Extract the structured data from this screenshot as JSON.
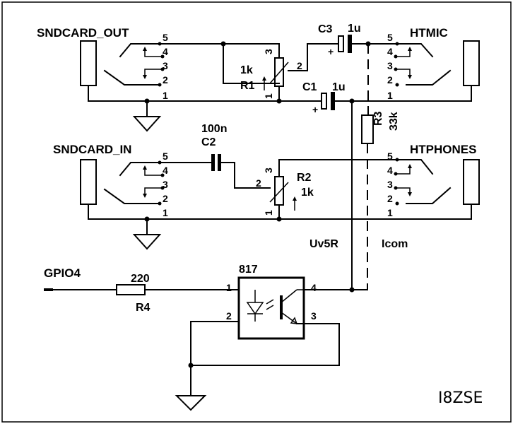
{
  "labels": {
    "sndcard_out": "SNDCARD_OUT",
    "sndcard_in": "SNDCARD_IN",
    "htmic": "HTMIC",
    "htphones": "HTPHONES",
    "gpio": "GPIO4",
    "uv5r": "Uv5R",
    "icom": "Icom",
    "signature": "I8ZSE"
  },
  "components": {
    "c3_ref": "C3",
    "c3_val": "1u",
    "c1_ref": "C1",
    "c1_val": "1u",
    "c2_ref": "C2",
    "c2_val": "100n",
    "r1_ref": "R1",
    "r1_val": "1k",
    "r2_ref": "R2",
    "r2_val": "1k",
    "r3_ref": "R3",
    "r3_val": "33k",
    "r4_ref": "R4",
    "r4_val": "220",
    "opto_ref": "817"
  },
  "pins": {
    "p1": "1",
    "p2": "2",
    "p3": "3",
    "p4": "4",
    "p5": "5",
    "plus": "+"
  }
}
